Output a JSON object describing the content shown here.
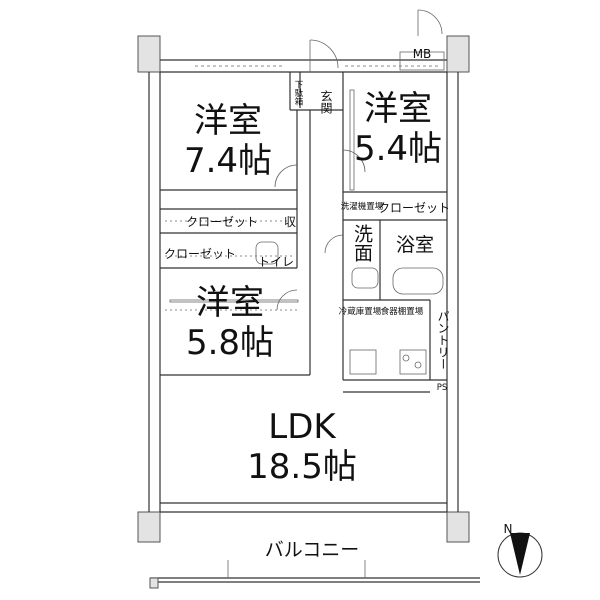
{
  "rooms": {
    "western_a": {
      "name": "洋室",
      "size": "7.4帖"
    },
    "western_b": {
      "name": "洋室",
      "size": "5.4帖"
    },
    "western_c": {
      "name": "洋室",
      "size": "5.8帖"
    },
    "ldk": {
      "name": "LDK",
      "size": "18.5帖"
    }
  },
  "labels": {
    "entrance": "玄関",
    "shoe_storage": "下駄箱",
    "mb": "MB",
    "closet_top": "クローゼット",
    "storage": "収",
    "closet_left": "クローゼット",
    "toilet": "トイレ",
    "closet_right": "クローゼット",
    "washer_space": "洗濯機置場",
    "washroom": "洗面",
    "bathroom": "浴室",
    "fridge_space": "冷蔵庫置場",
    "dish_space": "食器棚置場",
    "pantry": "パントリー",
    "ps": "PS",
    "balcony": "バルコニー",
    "north": "N"
  },
  "colors": {
    "wall": "#e3e3e3",
    "line": "#333333"
  }
}
